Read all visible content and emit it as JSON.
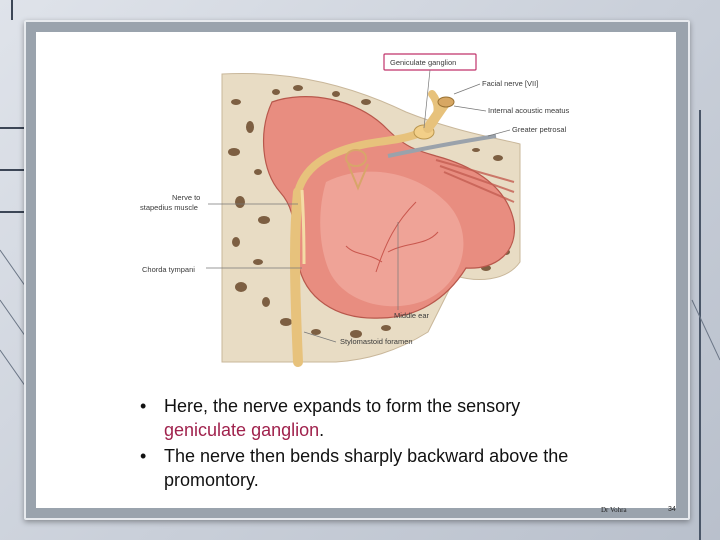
{
  "figure": {
    "labels": {
      "geniculate_ganglion": "Geniculate ganglion",
      "facial_nerve": "Facial nerve [VII]",
      "internal_acoustic_meatus": "Internal acoustic meatus",
      "greater_petrosal": "Greater petrosal",
      "nerve_to_stapedius_line1": "Nerve to",
      "nerve_to_stapedius_line2": "stapedius muscle",
      "chorda_tympani": "Chorda tympani",
      "middle_ear": "Middle ear",
      "stylomastoid_foramen": "Stylomastoid foramen"
    }
  },
  "bullets": [
    {
      "before": "Here, the nerve expands to form the sensory ",
      "highlight": "geniculate ganglion",
      "after": "."
    },
    {
      "before": "The nerve then bends sharply backward above the promontory.",
      "highlight": "",
      "after": ""
    }
  ],
  "footer": {
    "author": "Dr Vohra",
    "page": "34"
  },
  "colors": {
    "highlight": "#a0224d",
    "label_box": "#c0336b"
  }
}
